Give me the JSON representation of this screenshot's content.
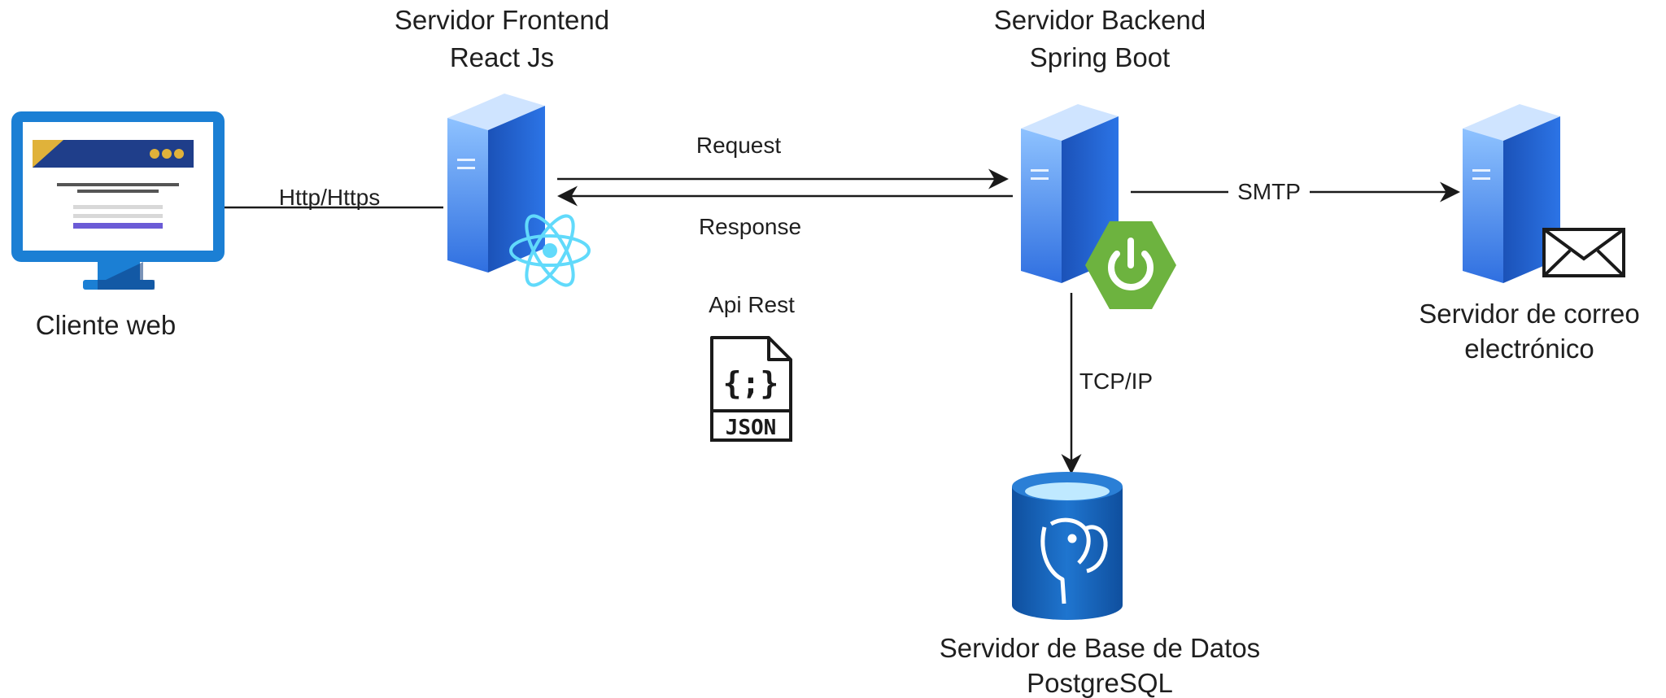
{
  "nodes": {
    "client": {
      "label": "Cliente web"
    },
    "frontend": {
      "title_line1": "Servidor Frontend",
      "title_line2": "React Js"
    },
    "backend": {
      "title_line1": "Servidor Backend",
      "title_line2": "Spring Boot"
    },
    "mail": {
      "label_line1": "Servidor de correo",
      "label_line2": "electrónico"
    },
    "database": {
      "label_line1": "Servidor de Base de Datos",
      "label_line2": "PostgreSQL"
    }
  },
  "edges": {
    "client_frontend": "Http/Https",
    "request": "Request",
    "response": "Response",
    "smtp": "SMTP",
    "tcpip": "TCP/IP"
  },
  "api": {
    "label": "Api Rest",
    "json_badge": "JSON",
    "json_glyph": "{;}"
  },
  "colors": {
    "server_front": "#5b9bf0",
    "server_side": "#1d5bc9",
    "monitor": "#1b7fd4",
    "spring": "#6db33f",
    "react": "#61dafb",
    "postgres": "#1565b8",
    "line": "#1a1a1a"
  },
  "icons": [
    "monitor-icon",
    "server-icon",
    "react-icon",
    "spring-boot-icon",
    "mail-envelope-icon",
    "json-file-icon",
    "database-icon",
    "elephant-icon"
  ]
}
